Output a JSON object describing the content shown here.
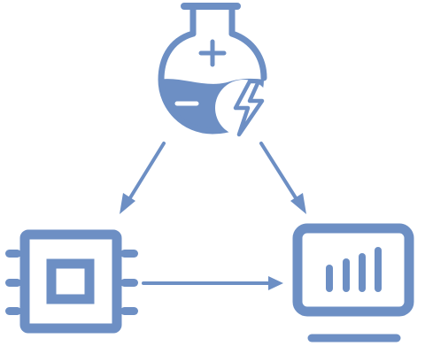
{
  "diagram": {
    "accent_color": "#6d8fc4",
    "nodes": [
      {
        "id": "flask",
        "icon": "electrochemistry-flask-icon"
      },
      {
        "id": "chip",
        "icon": "processor-chip-icon"
      },
      {
        "id": "monitor",
        "icon": "monitor-chart-icon"
      }
    ],
    "edges": [
      {
        "from": "flask",
        "to": "chip"
      },
      {
        "from": "flask",
        "to": "monitor"
      },
      {
        "from": "chip",
        "to": "monitor"
      }
    ]
  }
}
